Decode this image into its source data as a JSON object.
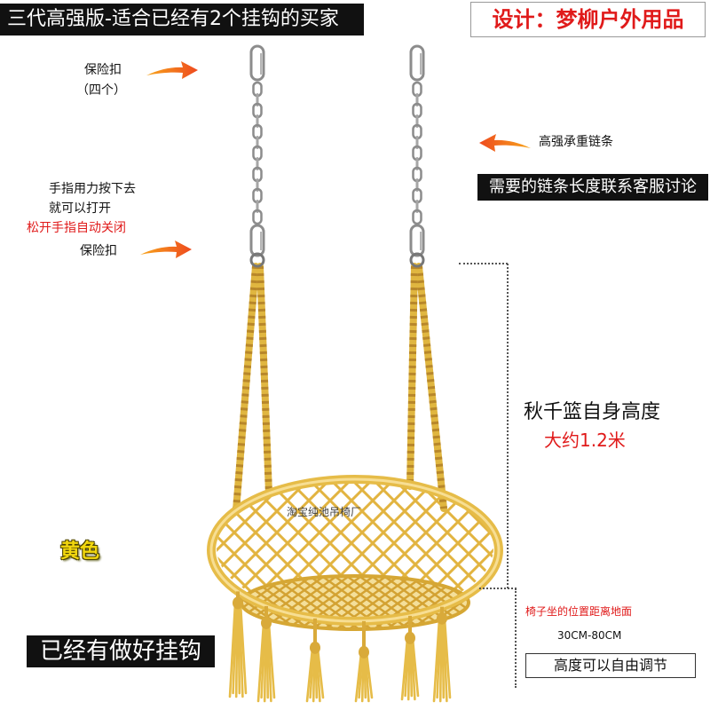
{
  "top_banner": {
    "text": "三代高强版-适合已经有2个挂钩的买家"
  },
  "designer_box": {
    "text": "设计：梦柳户外用品"
  },
  "top_clip": {
    "label": "保险扣",
    "count": "（四个）"
  },
  "chain": {
    "label": "高强承重链条",
    "length_note": "需要的链条长度联系客服讨论"
  },
  "bottom_clip": {
    "instruction_press": "手指用力按下去",
    "instruction_open": "就可以打开",
    "instruction_release": "松开手指自动关闭",
    "label": "保险扣"
  },
  "basket_height": {
    "title": "秋千篮自身高度",
    "value": "大约1.2米"
  },
  "watermark": "淘宝纯池吊椅厂",
  "color_option": "黄色",
  "hook_banner": "已经有做好挂钩",
  "seat_height": {
    "title": "椅子坐的位置距离地面",
    "range": "30CM-80CM",
    "note": "高度可以自由调节"
  },
  "colors": {
    "accent_red": "#e01a1a",
    "banner_black": "#111111",
    "color_label_yellow": "#f2d70e",
    "arrow_orange": "#f15a22",
    "rope_yellow": "#e6bc48",
    "chain_silver": "#8c8c8c"
  }
}
